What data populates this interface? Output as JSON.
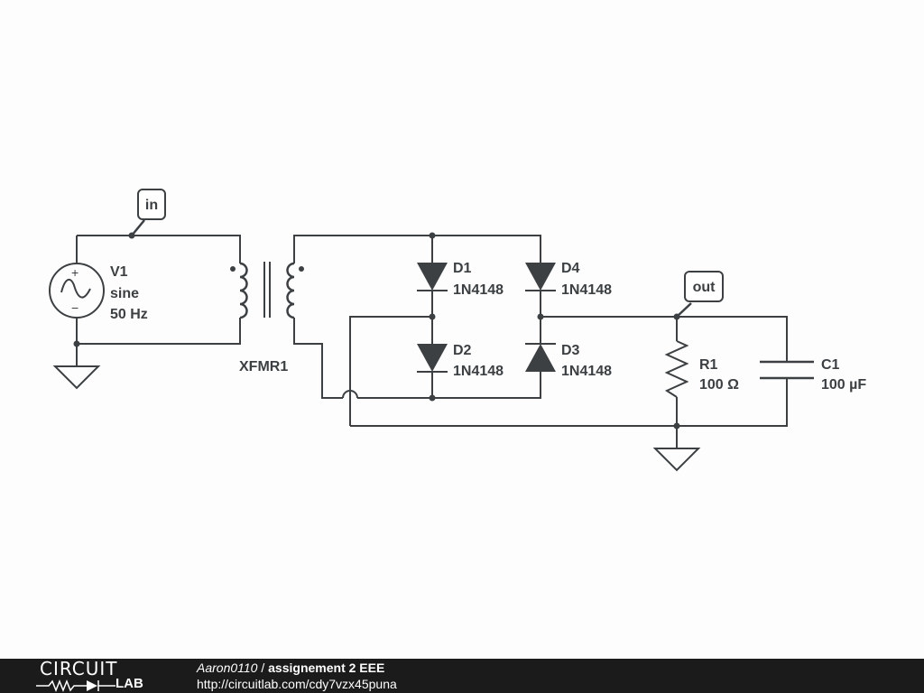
{
  "colors": {
    "ink": "#3c4043",
    "footer_bg": "#1b1b1b",
    "footer_text": "#ffffff",
    "tag_fill": "#ffffff"
  },
  "components": {
    "v1": {
      "ref": "V1",
      "kind": "sine",
      "freq": "50 Hz"
    },
    "xfmr": {
      "ref": "XFMR1"
    },
    "d1": {
      "ref": "D1",
      "part": "1N4148"
    },
    "d2": {
      "ref": "D2",
      "part": "1N4148"
    },
    "d3": {
      "ref": "D3",
      "part": "1N4148"
    },
    "d4": {
      "ref": "D4",
      "part": "1N4148"
    },
    "r1": {
      "ref": "R1",
      "value": "100 Ω"
    },
    "c1": {
      "ref": "C1",
      "value": "100 µF"
    }
  },
  "net_labels": {
    "in": "in",
    "out": "out"
  },
  "footer": {
    "logo_top": "CIRCUIT",
    "logo_bottom": "LAB",
    "author": "Aaron0110",
    "separator": " / ",
    "title": "assignement 2 EEE",
    "url": "http://circuitlab.com/cdy7vzx45puna"
  }
}
